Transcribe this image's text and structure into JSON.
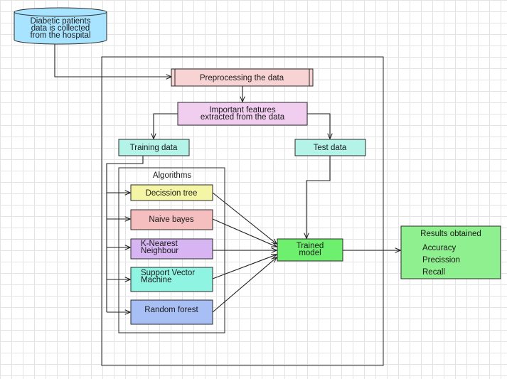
{
  "nodes": {
    "source": {
      "lines": [
        "Diabetic patients",
        "data is collected",
        "from the hospital"
      ],
      "color": "#a8e4ff"
    },
    "preprocessing": {
      "lines": [
        "Preprocessing the data"
      ],
      "color": "#f8d3d3"
    },
    "features": {
      "lines": [
        "Important features",
        "extracted from the data"
      ],
      "color": "#f1cdf0"
    },
    "training": {
      "lines": [
        "Training data"
      ],
      "color": "#b4f3e8"
    },
    "test": {
      "lines": [
        "Test data"
      ],
      "color": "#b4f3e8"
    },
    "algorithms_title": {
      "lines": [
        "Algorithms"
      ]
    },
    "decision_tree": {
      "lines": [
        "Decission tree"
      ],
      "color": "#f5f5a6"
    },
    "naive_bayes": {
      "lines": [
        "Naive bayes"
      ],
      "color": "#f5bfbf"
    },
    "knn": {
      "lines": [
        "K-Nearest",
        "Neighbour"
      ],
      "color": "#d6b5f2"
    },
    "svm": {
      "lines": [
        "Support Vector",
        "Machine"
      ],
      "color": "#8ff5e2"
    },
    "random_forest": {
      "lines": [
        "Random forest"
      ],
      "color": "#a8bff5"
    },
    "trained_model": {
      "lines": [
        "Trained",
        "model"
      ],
      "color": "#6df06d"
    },
    "results": {
      "title": "Results obtained",
      "items": [
        "Accuracy",
        "Precission",
        "Recall"
      ],
      "color": "#8ff08f"
    }
  }
}
